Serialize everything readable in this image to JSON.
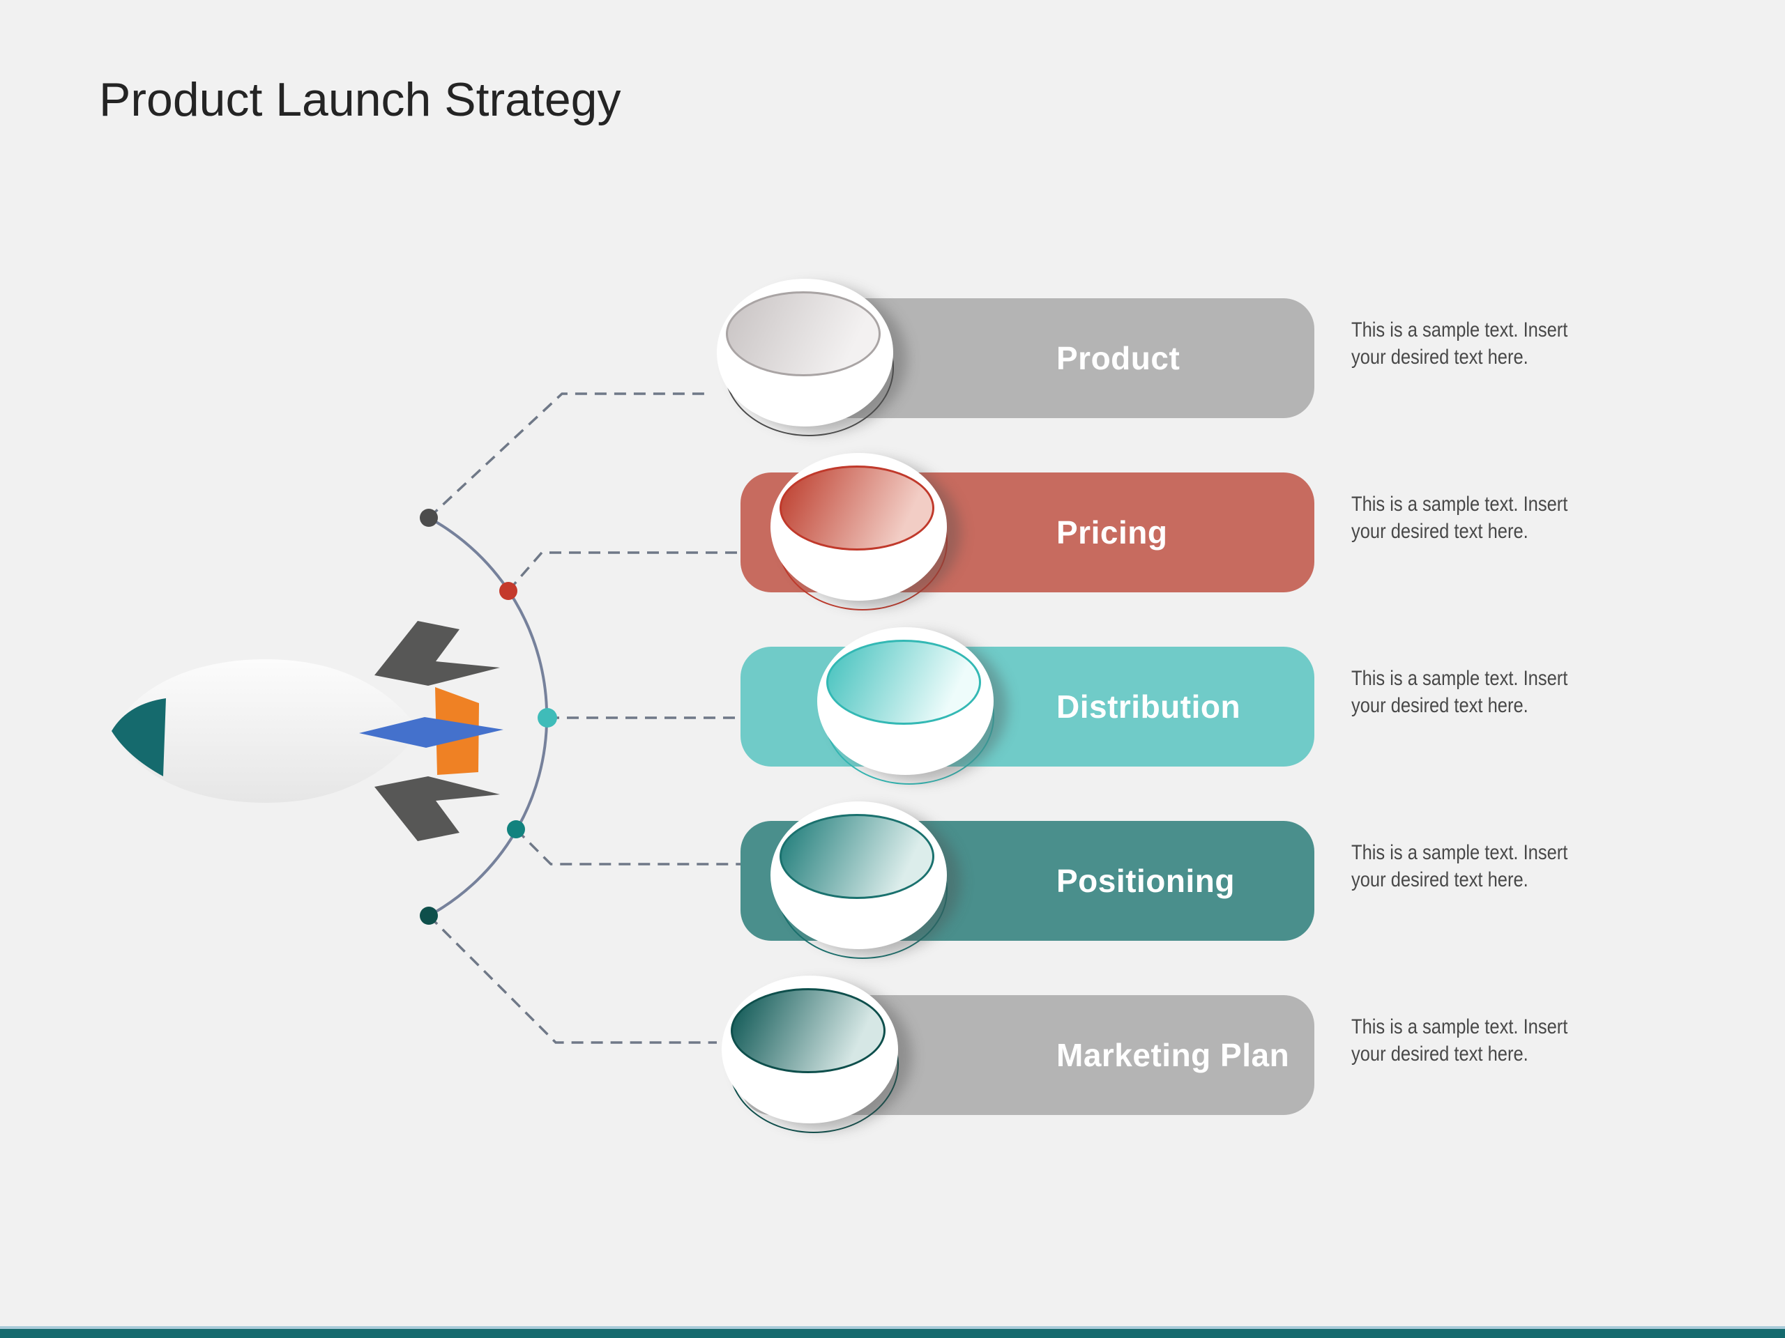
{
  "slide": {
    "title": "Product Launch Strategy",
    "background": "#f1f1f1",
    "footer": {
      "bar_color": "#156a6e",
      "line_color": "#a9cbd9"
    }
  },
  "rows": [
    {
      "label": "Product",
      "description_lines": [
        "This is a sample text. Insert",
        "your desired text here."
      ],
      "pill_color": "#b4b4b4",
      "face_from": "#cac5c5",
      "face_to": "#f3f1f1",
      "ring_color": "#a9a4a4",
      "outline_color": "#4c4c4c",
      "dot_color": "#4c4c4c"
    },
    {
      "label": "Pricing",
      "description_lines": [
        "This is a sample text. Insert",
        "your desired text here."
      ],
      "pill_color": "#c76b5f",
      "face_from": "#bf4434",
      "face_to": "#f2cdc5",
      "ring_color": "#c0392b",
      "outline_color": "#c0392b",
      "dot_color": "#c4392c"
    },
    {
      "label": "Distribution",
      "description_lines": [
        "This is a sample text. Insert",
        "your desired text here."
      ],
      "pill_color": "#70cbc8",
      "face_from": "#4cc4c0",
      "face_to": "#eefcfb",
      "ring_color": "#33b8b4",
      "outline_color": "#33b8b4",
      "dot_color": "#3fbcb9"
    },
    {
      "label": "Positioning",
      "description_lines": [
        "This is a sample text. Insert",
        "your desired text here."
      ],
      "pill_color": "#4a8f8c",
      "face_from": "#25807d",
      "face_to": "#dcedeb",
      "ring_color": "#1a716e",
      "outline_color": "#1a716e",
      "dot_color": "#12827e"
    },
    {
      "label": "Marketing Plan",
      "description_lines": [
        "This is a sample text. Insert",
        "your desired text here."
      ],
      "pill_color": "#b4b4b4",
      "face_from": "#135b58",
      "face_to": "#d6e7e5",
      "ring_color": "#0e4f4c",
      "outline_color": "#0e4f4c",
      "dot_color": "#0e4f4b"
    }
  ],
  "diagram": {
    "arc_color": "#76819b",
    "connector_color": "#6f7887",
    "rocket": {
      "nose_color": "#156a6d",
      "body_light": "#fcfcfc",
      "body_dark": "#e6e6e6",
      "fin_color": "#575756",
      "flame_orange": "#ef8124",
      "flame_blue": "#4471cc"
    }
  }
}
